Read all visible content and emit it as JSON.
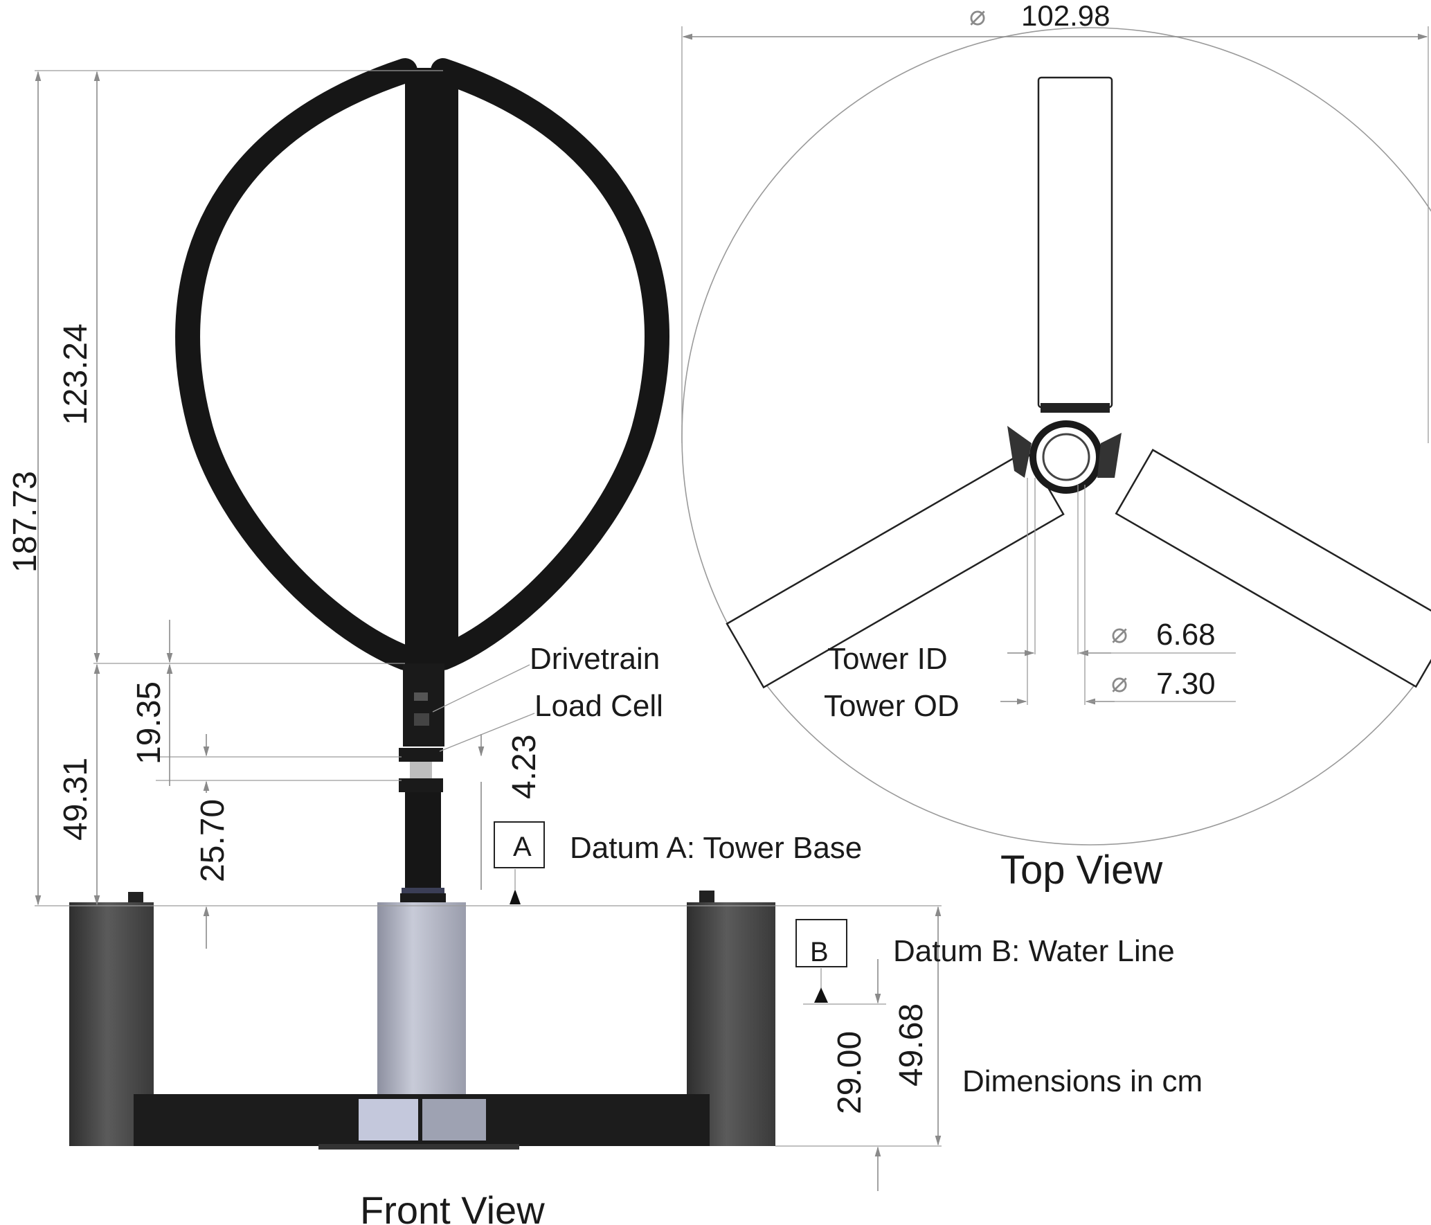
{
  "colors": {
    "background": "#ffffff",
    "turbine_black": "#161616",
    "float_dark": "#4a4a4a",
    "center_column": "#b9bccb",
    "dimension_line": "#8a8a8a",
    "text": "#1a1a1a"
  },
  "front_view": {
    "title": "Front View",
    "dimensions": {
      "total_height": "187.73",
      "rotor_height": "123.24",
      "drivetrain_section": "19.35",
      "load_cell_gap": "4.23",
      "lower_tower": "25.70",
      "tower_height": "49.31"
    },
    "labels": {
      "drivetrain": "Drivetrain",
      "load_cell": "Load Cell"
    },
    "datum_a": {
      "letter": "A",
      "label": "Datum A: Tower Base"
    },
    "datum_b": {
      "letter": "B",
      "label": "Datum B: Water Line"
    },
    "platform_dimensions": {
      "draft": "29.00",
      "platform_height": "49.68"
    },
    "units_note": "Dimensions in cm"
  },
  "top_view": {
    "title": "Top View",
    "diameter_symbol": "⌀",
    "rotor_diameter": "102.98",
    "tower_id_label": "Tower ID",
    "tower_id_value": "6.68",
    "tower_od_label": "Tower OD",
    "tower_od_value": "7.30"
  }
}
